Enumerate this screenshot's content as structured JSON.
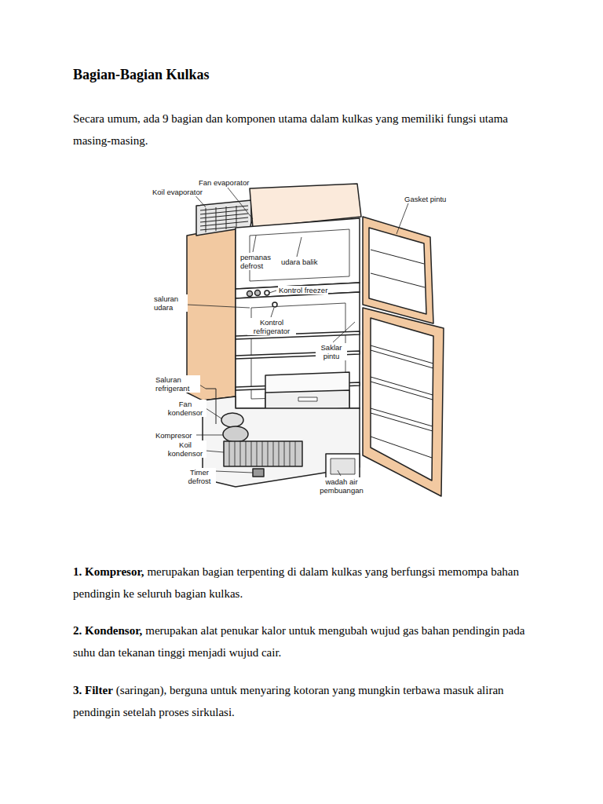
{
  "diagram": {
    "title": "Bagian-Bagian Kulkas",
    "labels": [
      "Secara umum, ada 9 bagian dan komponen utama dalam kulkas yang memiliki fungsi utama masing-masing.",
      "Fan evaporator",
      "Koil evaporator",
      "Gasket pintu",
      "pemanas defrost",
      "udara balik",
      "Kontrol freezer",
      "saluran udara",
      "Kontrol refrigerator",
      "Saklar pintu",
      "Saluran refrigerant",
      "Fan kondensor",
      "Kompresor",
      "Koil kondensor",
      "Timer defrost",
      "wadah air pembuangan",
      "1. Kompresor,",
      "merupakan bagian terpenting di dalam kulkas yang berfungsi memompa bahan pendingin ke seluruh bagian kulkas.",
      "2. Kondensor,",
      "merupakan alat penukar kalor untuk mengubah wujud gas bahan pendingin pada suhu dan tekanan tinggi menjadi wujud cair.",
      "3. Filter",
      "(saringan), berguna untuk menyaring kotoran yang mungkin terbawa masuk aliran pendingin setelah proses sirkulasi."
    ]
  }
}
